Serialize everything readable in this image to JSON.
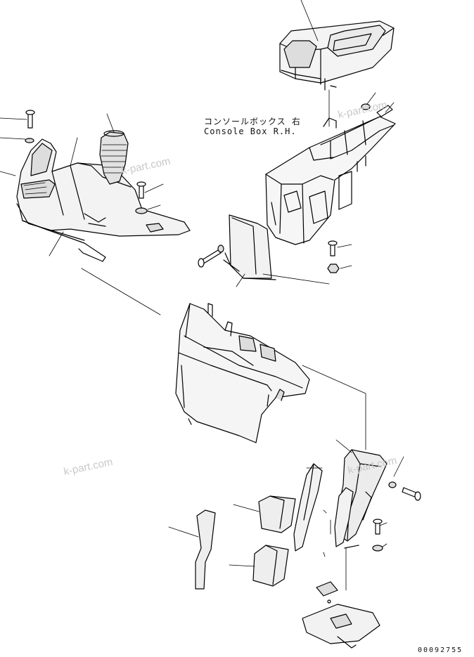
{
  "callout": {
    "japanese": "コンソールボックス 右",
    "english": "Console Box R.H."
  },
  "watermarks": [
    "k-part.com",
    "k-part.com",
    "k-part.com"
  ],
  "drawing_number": "00092755"
}
